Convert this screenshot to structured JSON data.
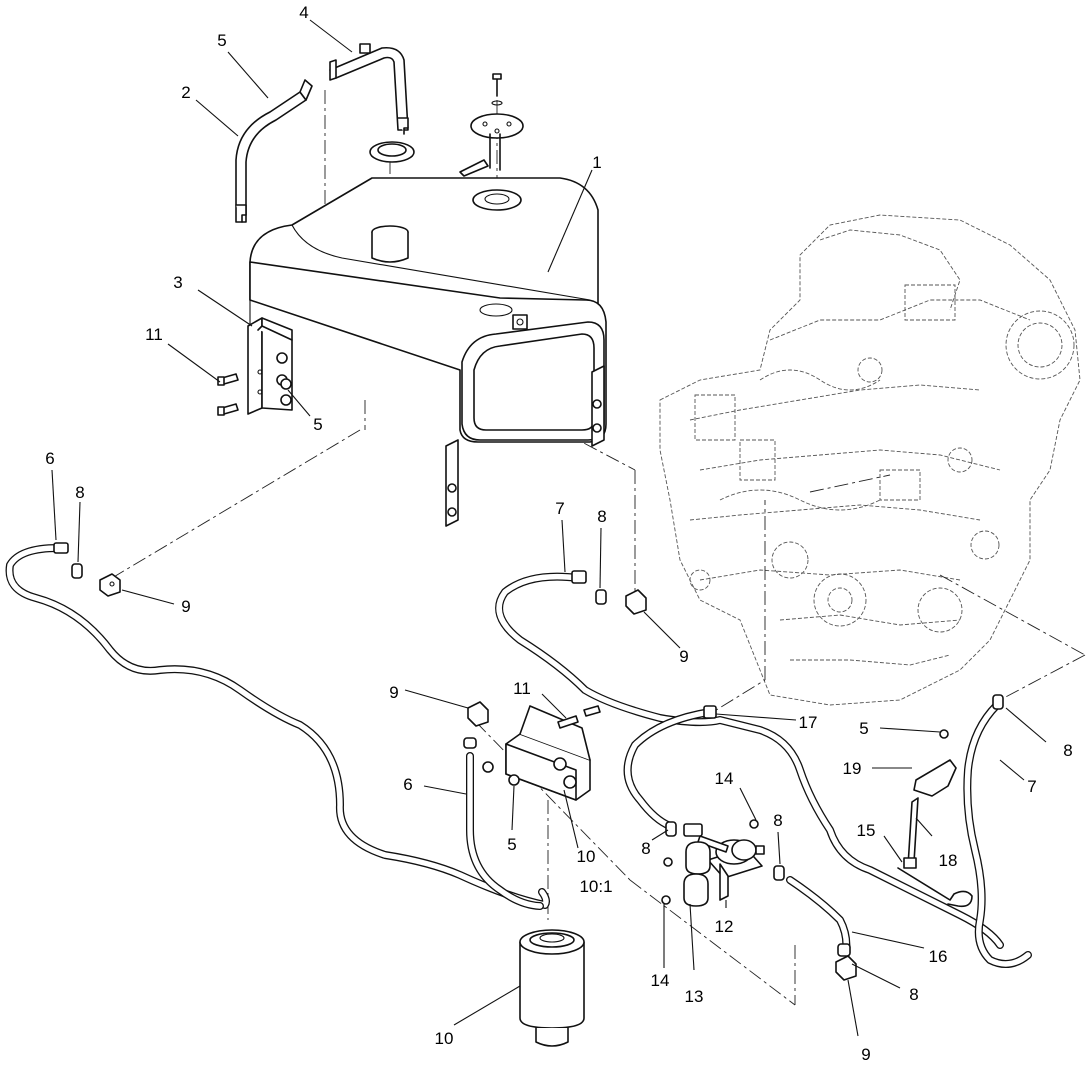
{
  "callouts": {
    "c1": "1",
    "c2": "2",
    "c3": "3",
    "c4": "4",
    "c5a": "5",
    "c5b": "5",
    "c5c": "5",
    "c5d": "5",
    "c6a": "6",
    "c6b": "6",
    "c7a": "7",
    "c7b": "7",
    "c8a": "8",
    "c8b": "8",
    "c8c": "8",
    "c8d": "8",
    "c8e": "8",
    "c8f": "8",
    "c9a": "9",
    "c9b": "9",
    "c9c": "9",
    "c9d": "9",
    "c10a": "10",
    "c10b": "10",
    "c10c": "10:1",
    "c11a": "11",
    "c11b": "11",
    "c12": "12",
    "c13": "13",
    "c14a": "14",
    "c14b": "14",
    "c15": "15",
    "c16": "16",
    "c17": "17",
    "c18": "18",
    "c19": "19"
  }
}
